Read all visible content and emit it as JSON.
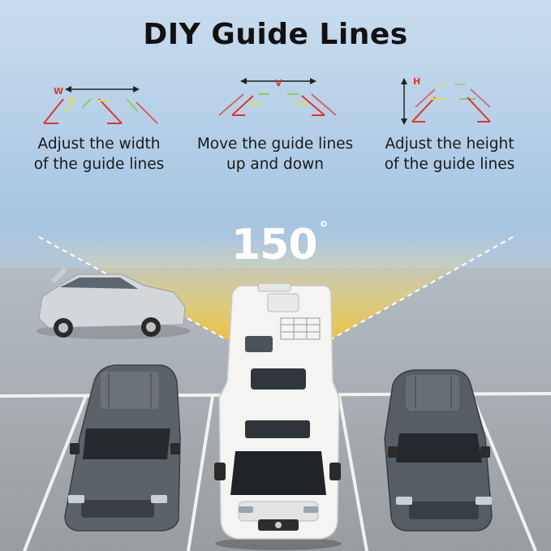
{
  "title": "DIY Guide Lines",
  "features": [
    {
      "letter": "W",
      "line1": "Adjust the width",
      "line2": "of the guide lines",
      "icon": "width-guide-icon"
    },
    {
      "letter": "V",
      "line1": "Move the guide lines",
      "line2": "up and down",
      "icon": "vertical-move-guide-icon"
    },
    {
      "letter": "H",
      "line1": "Adjust the height",
      "line2": "of the guide lines",
      "icon": "height-guide-icon"
    }
  ],
  "angle": {
    "value": "150",
    "unit": "°"
  },
  "colors": {
    "title": "#111111",
    "guide_red": "#e0362b",
    "guide_yellow": "#e9d84a",
    "guide_green": "#8ccf5a",
    "beam": "#f3d24a"
  }
}
